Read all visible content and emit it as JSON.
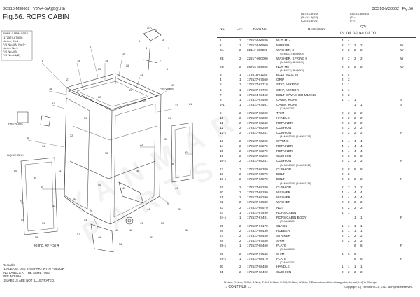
{
  "header": {
    "left_code": "3CS10-M38602",
    "model": "V3/V4-5(A)(B)(US)",
    "right_code": "3CS10-M38602",
    "fig_no": "Fig.56",
    "title": "Fig.56.  ROPS CABIN",
    "cols_legend_a": [
      "(A)=V3-5(US)",
      "(B)=V4-5(US)",
      "(C)=V3-5(US)"
    ],
    "cols_legend_b": [
      "(D)=V4-5B(US)",
      "(E)=",
      "(F)="
    ]
  },
  "table_header": {
    "no": "No.",
    "lev": "Lev.",
    "parts_no": "Parts No.",
    "description": "Description",
    "qty": "Q'ty",
    "cols": [
      "(A)",
      "(B)",
      "(C)",
      "(D)",
      "(E)",
      "(F)"
    ]
  },
  "rows": [
    {
      "t": "row",
      "no": "1",
      "lev": "1",
      "part": "172524-06830",
      "desc": "NUT, M14",
      "q": [
        "4",
        "4",
        "",
        "",
        ""
      ],
      "m": ""
    },
    {
      "t": "row",
      "no": "2",
      "lev": "1",
      "part": "172524-06900",
      "desc": "MIRROR",
      "q": [
        "2",
        "2",
        "2",
        "2",
        ""
      ],
      "m": "W"
    },
    {
      "t": "row",
      "no": "2A",
      "lev": "2",
      "part": "22117-080000",
      "desc": "WASHER, 8",
      "q": [
        "2",
        "2",
        "2",
        "2",
        ""
      ],
      "m": "W"
    },
    {
      "t": "note",
      "text": "(B=M6XX)           (B=M6XX)"
    },
    {
      "t": "row",
      "no": "2B",
      "lev": "2",
      "part": "22217-080000",
      "desc": "WASHER, SPRING 8",
      "q": [
        "2",
        "2",
        "2",
        "2",
        ""
      ],
      "m": "W"
    },
    {
      "t": "note",
      "text": "(A=M6XX)           (B=M6XX)"
    },
    {
      "t": "row",
      "no": "2C",
      "lev": "2",
      "part": "26716-080002",
      "desc": "NUT, M8",
      "q": [
        "2",
        "2",
        "2",
        "2",
        ""
      ],
      "m": "W"
    },
    {
      "t": "note",
      "text": "(A=M6XX)           (B=M6XX)"
    },
    {
      "t": "row",
      "no": "3",
      "lev": "1",
      "part": "172515-41180",
      "desc": "BOLT M10X 20",
      "q": [
        "4",
        "4",
        "",
        "",
        ""
      ],
      "m": ""
    },
    {
      "t": "row",
      "no": "4",
      "lev": "1",
      "part": "172527-67560",
      "desc": "GRIP",
      "q": [
        "2",
        "2",
        "",
        "",
        ""
      ],
      "m": ""
    },
    {
      "t": "row",
      "no": "5",
      "lev": "1",
      "part": "172527-67710",
      "desc": "STAY, MIRROR",
      "q": [
        "1",
        "1",
        "",
        "",
        ""
      ],
      "m": ""
    },
    {
      "t": "row",
      "no": "6",
      "lev": "1",
      "part": "172527-67720",
      "desc": "STAY, MIRROR",
      "q": [
        "1",
        "1",
        "",
        "",
        ""
      ],
      "m": ""
    },
    {
      "t": "row",
      "no": "7",
      "lev": "1",
      "part": "172524-69460",
      "desc": "BOLT W/WASHER M10X25",
      "q": [
        "2",
        "2",
        "",
        "",
        ""
      ],
      "m": ""
    },
    {
      "t": "row",
      "no": "8",
      "lev": "1",
      "part": "172527-67400",
      "desc": "CABIN, ROPS",
      "q": [
        "1",
        "1",
        "1",
        "",
        ""
      ],
      "m": "S"
    },
    {
      "t": "row",
      "no": "8-1",
      "lev": "1",
      "part": "172527-67401",
      "desc": "CABIN, ROPS",
      "q": [
        "",
        "",
        "1",
        "1",
        ""
      ],
      "m": "S"
    },
    {
      "t": "note",
      "text": "(C=M#52301)"
    },
    {
      "t": "row",
      "no": "9",
      "lev": "2",
      "part": "172527-68220",
      "desc": "TRIM",
      "q": [
        "2",
        "2",
        "2",
        "2",
        ""
      ],
      "m": ""
    },
    {
      "t": "row",
      "no": "10",
      "lev": "2",
      "part": "172527-68230",
      "desc": "HANDLE",
      "q": [
        "2",
        "2",
        "2",
        "2",
        ""
      ],
      "m": ""
    },
    {
      "t": "row",
      "no": "11",
      "lev": "2",
      "part": "172527-68240",
      "desc": "RETAINER",
      "q": [
        "2",
        "2",
        "2",
        "2",
        ""
      ],
      "m": ""
    },
    {
      "t": "row",
      "no": "12",
      "lev": "2",
      "part": "172527-68250",
      "desc": "CUSHION",
      "q": [
        "2",
        "2",
        "2",
        "2",
        ""
      ],
      "m": ""
    },
    {
      "t": "row",
      "no": "12-1",
      "lev": "2",
      "part": "172527-68251",
      "desc": "CUSHION",
      "q": [
        "2",
        "2",
        "2",
        "2",
        ""
      ],
      "m": "N"
    },
    {
      "t": "note",
      "text": "(A=M#51349)         (B=M#51133)"
    },
    {
      "t": "row",
      "no": "13",
      "lev": "2",
      "part": "172527-68260",
      "desc": "SPRING",
      "q": [
        "4",
        "4",
        "4",
        "4",
        ""
      ],
      "m": ""
    },
    {
      "t": "row",
      "no": "14",
      "lev": "2",
      "part": "172527-68270",
      "desc": "RETAINER",
      "q": [
        "4",
        "4",
        "4",
        "4",
        ""
      ],
      "m": ""
    },
    {
      "t": "row",
      "no": "15",
      "lev": "2",
      "part": "172527-68270",
      "desc": "RETAINER",
      "q": [
        "4",
        "4",
        "4",
        "4",
        ""
      ],
      "m": ""
    },
    {
      "t": "row",
      "no": "16",
      "lev": "2",
      "part": "172527-68250",
      "desc": "CUSHION",
      "q": [
        "2",
        "2",
        "2",
        "2",
        ""
      ],
      "m": ""
    },
    {
      "t": "row",
      "no": "16-1",
      "lev": "2",
      "part": "172527-68251",
      "desc": "CUSHION",
      "q": [
        "2",
        "2",
        "2",
        "2",
        ""
      ],
      "m": "N"
    },
    {
      "t": "note",
      "text": "(A=M#51349)         (B=M#51133)"
    },
    {
      "t": "row",
      "no": "17",
      "lev": "2",
      "part": "172527-68380",
      "desc": "CUSHION",
      "q": [
        "8",
        "8",
        "8",
        "8",
        ""
      ],
      "m": ""
    },
    {
      "t": "row",
      "no": "18",
      "lev": "2",
      "part": "172527-66870",
      "desc": "BOLT",
      "q": [
        "2",
        "2",
        "",
        "",
        ""
      ],
      "m": ""
    },
    {
      "t": "row",
      "no": "18-1",
      "lev": "2",
      "part": "172527-66870",
      "desc": "BOLT",
      "q": [
        "2",
        "2",
        "2",
        "2",
        ""
      ],
      "m": "N"
    },
    {
      "t": "note",
      "text": "(A=M#51349)         (B=M#51133)"
    },
    {
      "t": "row",
      "no": "19",
      "lev": "2",
      "part": "172527-68280",
      "desc": "CUSHION",
      "q": [
        "2",
        "2",
        "2",
        "2",
        ""
      ],
      "m": ""
    },
    {
      "t": "row",
      "no": "20",
      "lev": "2",
      "part": "172527-68290",
      "desc": "WASHER",
      "q": [
        "4",
        "4",
        "4",
        "4",
        ""
      ],
      "m": ""
    },
    {
      "t": "row",
      "no": "21",
      "lev": "2",
      "part": "172527-68290",
      "desc": "WASHER",
      "q": [
        "4",
        "4",
        "4",
        "4",
        ""
      ],
      "m": ""
    },
    {
      "t": "row",
      "no": "22",
      "lev": "2",
      "part": "172527-66830",
      "desc": "WASHER",
      "q": [
        "2",
        "2",
        "2",
        "2",
        ""
      ],
      "m": ""
    },
    {
      "t": "row",
      "no": "23",
      "lev": "2",
      "part": "172527-69570",
      "desc": "NUT",
      "q": [
        "2",
        "2",
        "2",
        "2",
        ""
      ],
      "m": ""
    },
    {
      "t": "row",
      "no": "24",
      "lev": "1",
      "part": "172527-67490",
      "desc": "ROPS CABIN",
      "q": [
        "1",
        "1",
        "",
        "",
        ""
      ],
      "m": ""
    },
    {
      "t": "row",
      "no": "24-1",
      "lev": "1",
      "part": "172527-67491",
      "desc": "ROPS CABIN BODY",
      "q": [
        "",
        "",
        "1",
        "1",
        ""
      ],
      "m": "R"
    },
    {
      "t": "note",
      "text": "(C=M#52301)"
    },
    {
      "t": "row",
      "no": "25",
      "lev": "2",
      "part": "172527-67170",
      "desc": "GLASS",
      "q": [
        "1",
        "1",
        "1",
        "1",
        ""
      ],
      "m": ""
    },
    {
      "t": "row",
      "no": "26",
      "lev": "2",
      "part": "172527-68430",
      "desc": "RUBBER",
      "q": [
        "1",
        "1",
        "1",
        "1",
        ""
      ],
      "m": ""
    },
    {
      "t": "row",
      "no": "27",
      "lev": "2",
      "part": "172527-68450",
      "desc": "STRIKER",
      "q": [
        "2",
        "2",
        "2",
        "2",
        ""
      ],
      "m": ""
    },
    {
      "t": "row",
      "no": "28",
      "lev": "2",
      "part": "172527-67530",
      "desc": "SHIM",
      "q": [
        "2",
        "2",
        "2",
        "2",
        ""
      ],
      "m": ""
    },
    {
      "t": "row",
      "no": "28-1",
      "lev": "1",
      "part": "172527-68460",
      "desc": "PLATE",
      "q": [
        "",
        "",
        "6",
        "6",
        ""
      ],
      "m": "R"
    },
    {
      "t": "note",
      "text": "(C=M#52301)"
    },
    {
      "t": "row",
      "no": "29",
      "lev": "2",
      "part": "172527-67540",
      "desc": "SHIM",
      "q": [
        "6",
        "6",
        "6",
        "",
        ""
      ],
      "m": ""
    },
    {
      "t": "row",
      "no": "29-1",
      "lev": "1",
      "part": "172527-68470",
      "desc": "PLATE",
      "q": [
        "",
        "",
        "6",
        "6",
        ""
      ],
      "m": "R"
    },
    {
      "t": "note",
      "text": "(C=M#52301)"
    },
    {
      "t": "row",
      "no": "30",
      "lev": "2",
      "part": "172527-68480",
      "desc": "HANDLE",
      "q": [
        "1",
        "1",
        "1",
        "1",
        ""
      ],
      "m": ""
    },
    {
      "t": "row",
      "no": "31",
      "lev": "2",
      "part": "172527-68490",
      "desc": "CUSHION",
      "q": [
        "2",
        "2",
        "2",
        "2",
        ""
      ],
      "m": ""
    }
  ],
  "diagram_labels": {
    "cabin_assy": "ROPS CABIN ASSY",
    "assy_parts": [
      "(172527-67400)",
      "No.8-1, 24-1",
      "F/S No.8(A)  No.9~",
      "No.8-1 No.9~",
      "F/S No.8(B)",
      "F/S No.8-1(B)"
    ],
    "previous_a": "PREVIOUS",
    "previous_b": "PREVIOUS",
    "iso": "ISO",
    "liquid_seal": "LIQUID SEAL",
    "incl": "48 inc. 49 ~ 57A",
    "callouts": [
      "1",
      "2",
      "3",
      "4",
      "5",
      "6",
      "7",
      "8",
      "9",
      "10",
      "11",
      "12",
      "13",
      "14",
      "15",
      "16",
      "17",
      "18",
      "19",
      "20",
      "21",
      "22",
      "23",
      "24",
      "25",
      "26",
      "27",
      "28",
      "29",
      "30",
      "31",
      "32",
      "33",
      "34",
      "35",
      "36",
      "37",
      "38",
      "39",
      "40",
      "41",
      "42",
      "43",
      "44",
      "45",
      "46",
      "47",
      "48",
      "49",
      "50",
      "51",
      "52",
      "53",
      "54",
      "55",
      "56",
      "57",
      "58",
      "59",
      "60",
      "61",
      "62"
    ]
  },
  "remarks": [
    "Remarks",
    "(1)PLEASE USE THIS PART WITH FOLLOW",
    "ING LABELS AT THE SAME TIME.",
    "REF. NO.89A",
    "(2)LABELS ARE NOT ILLUSTRATED."
  ],
  "footer": {
    "legend": "N:New,   R:New, O:Old,   S:New, T:Old,   U:New, S:Old,   W:New,   W:Add, Z:Discontinued   Interchangeable by. sel, K:Q'ty Change",
    "continue": "CONTINUE",
    "copyright": "Copyright (C)  YANMAR CO., LTD. All Rights Reserved."
  },
  "watermark": "YANMAR PARTS"
}
